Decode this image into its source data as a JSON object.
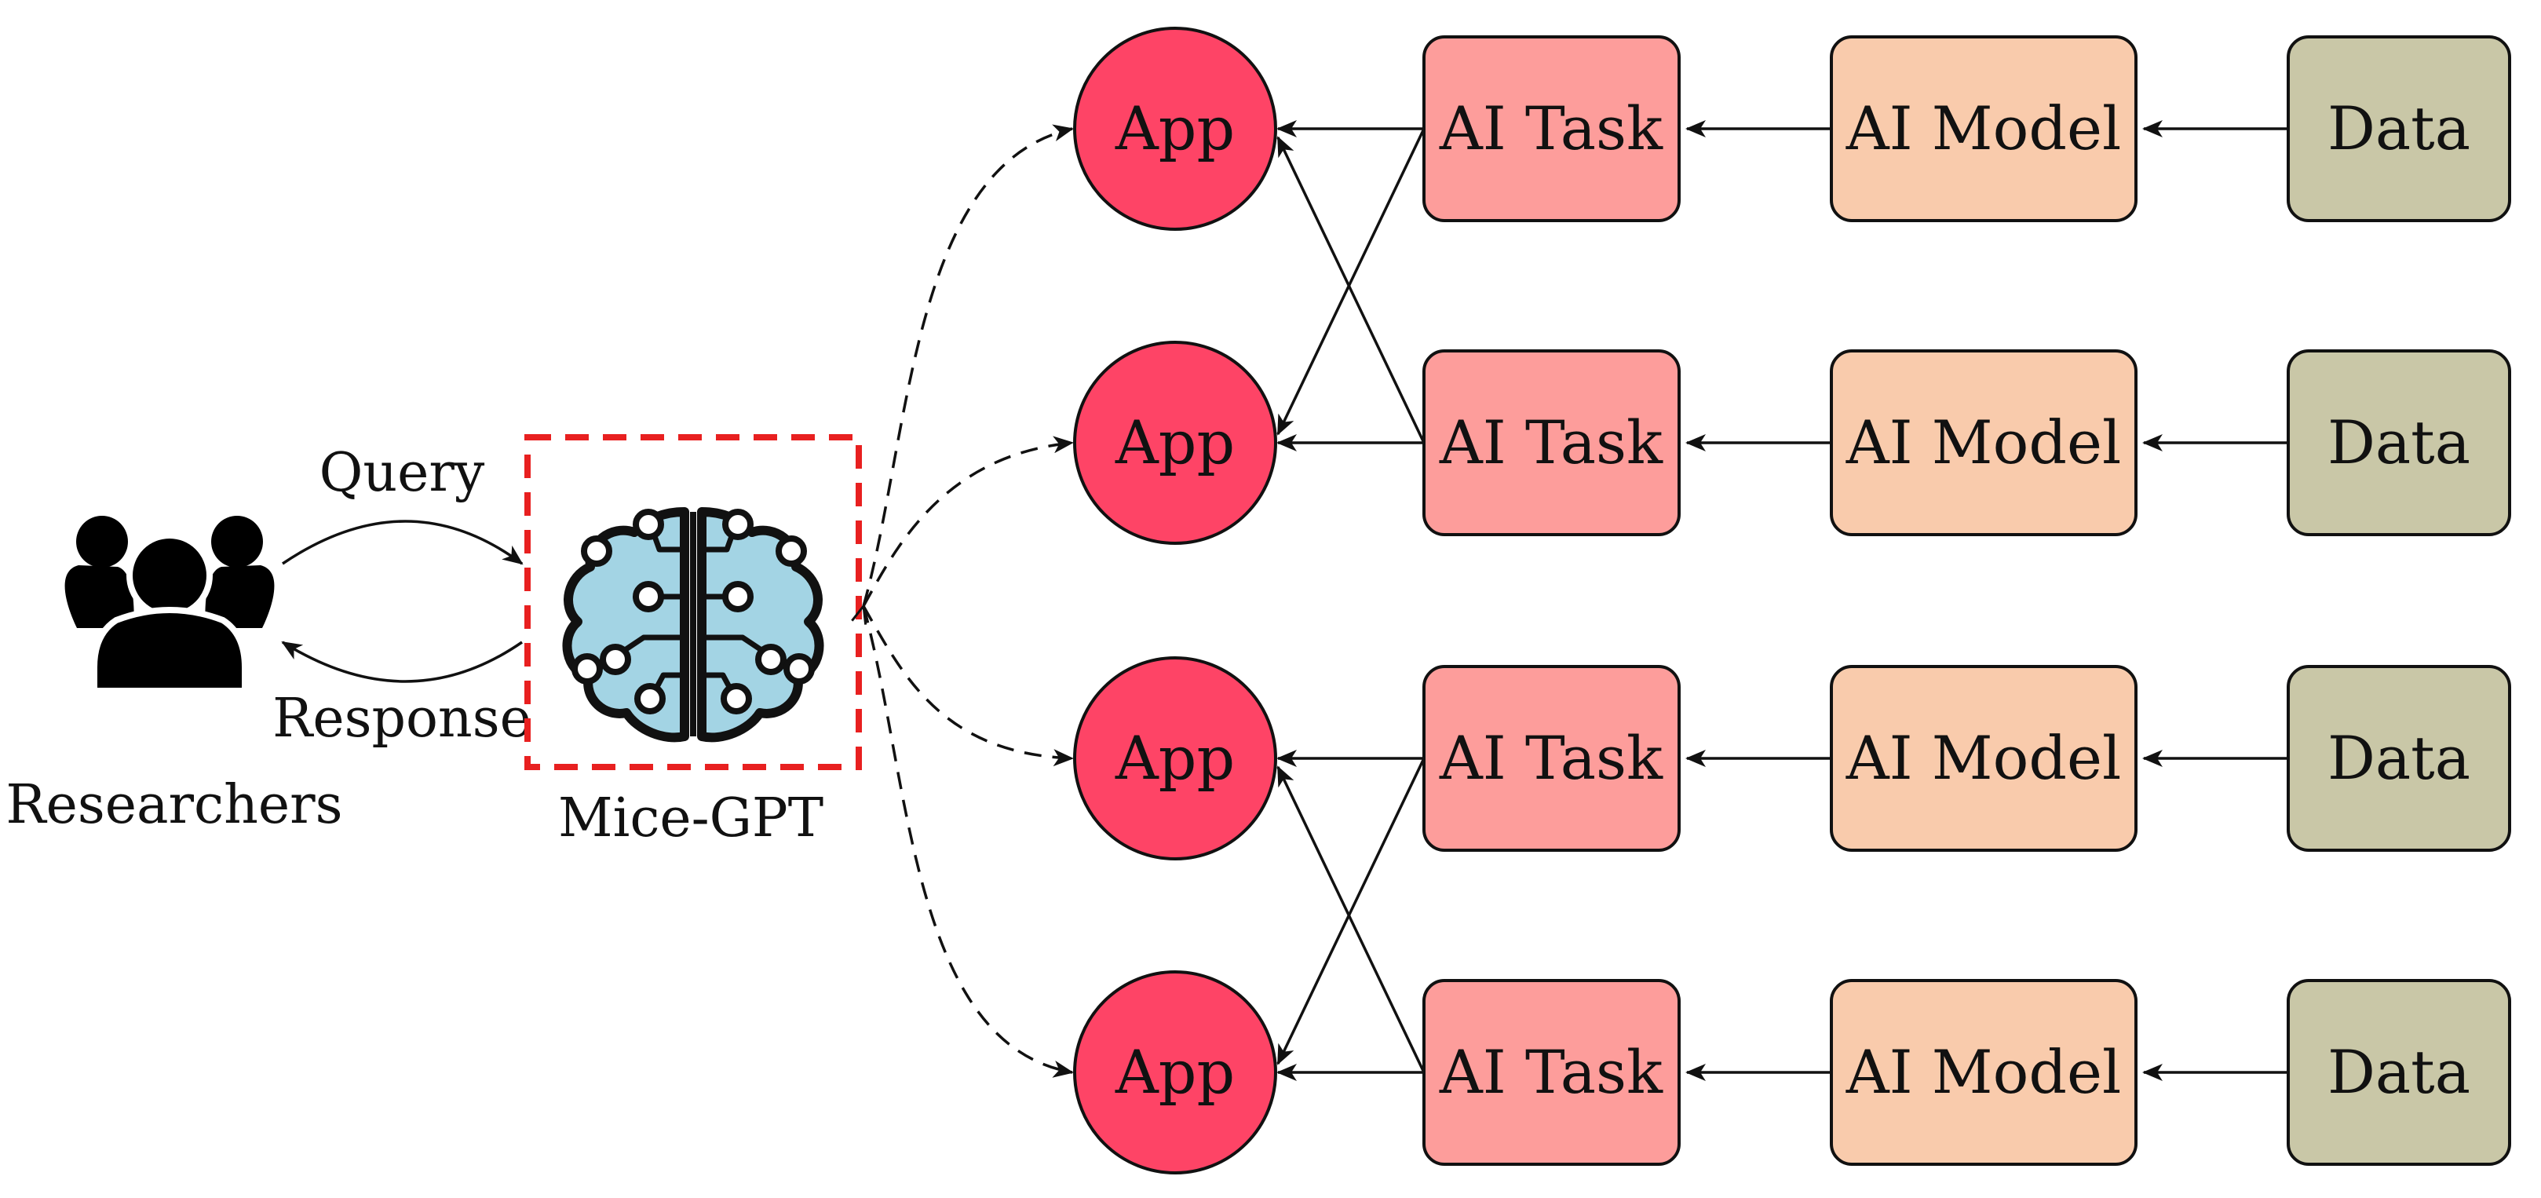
{
  "labels": {
    "researchers": "Researchers",
    "query": "Query",
    "response": "Response",
    "mice_gpt": "Mice-GPT"
  },
  "icons": {
    "researchers": "people-group-icon",
    "mice_gpt": "brain-circuit-icon"
  },
  "rows": [
    {
      "app": "App",
      "task": "AI Task",
      "model": "AI Model",
      "data": "Data"
    },
    {
      "app": "App",
      "task": "AI Task",
      "model": "AI Model",
      "data": "Data"
    },
    {
      "app": "App",
      "task": "AI Task",
      "model": "AI Model",
      "data": "Data"
    },
    {
      "app": "App",
      "task": "AI Task",
      "model": "AI Model",
      "data": "Data"
    }
  ],
  "colors": {
    "app": "#fe4466",
    "task": "#fd9d9b",
    "model": "#f9cbac",
    "data": "#c9c7a7",
    "brain": "#a3d4e4",
    "highlight_box": "#e82020",
    "stroke": "#111111"
  }
}
